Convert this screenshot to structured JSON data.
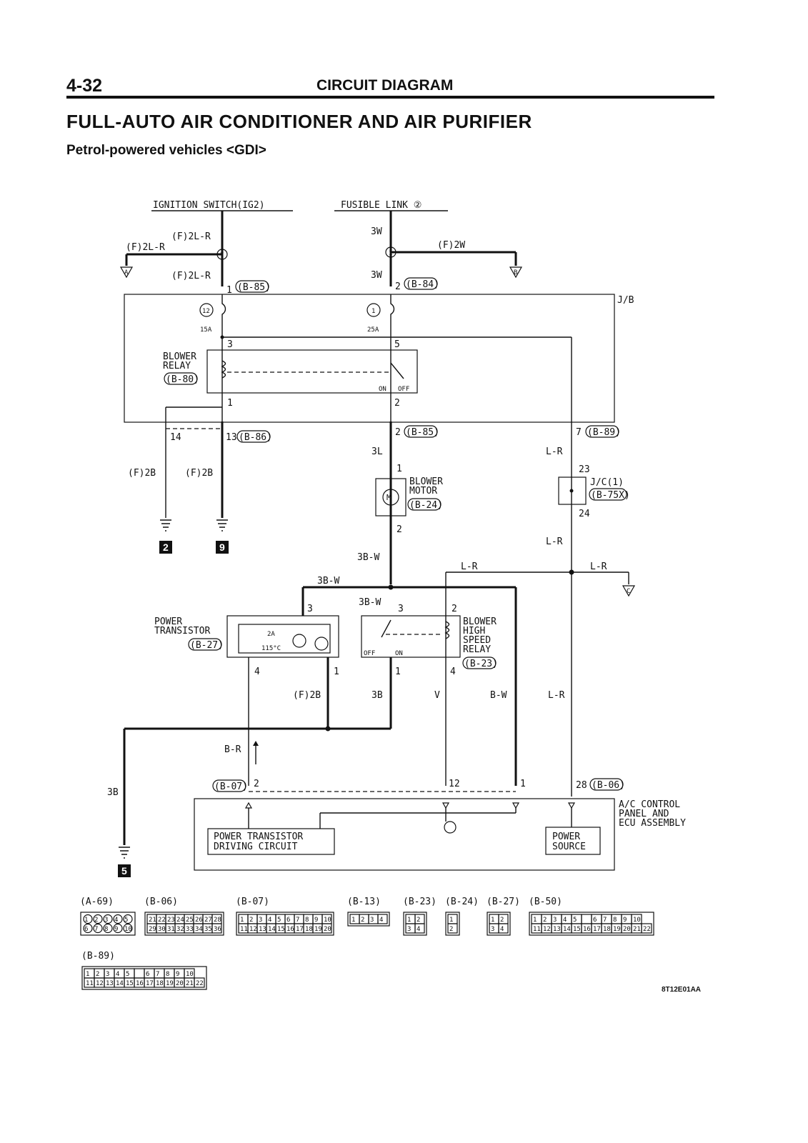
{
  "header": {
    "page_number": "4-32",
    "section": "CIRCUIT DIAGRAM"
  },
  "title": "FULL-AUTO AIR CONDITIONER AND AIR PURIFIER",
  "subtitle": "Petrol-powered vehicles <GDI>",
  "doc_code": "8T12E01AA",
  "sources": {
    "ignition": "IGNITION SWITCH(IG2)",
    "fusible": "FUSIBLE LINK ②"
  },
  "wires": {
    "f2lr": "(F)2L-R",
    "f2lr_left": "(F)2L-R",
    "f2lr_2": "(F)2L-R",
    "w3": "3W",
    "w3_2": "3W",
    "f2w": "(F)2W",
    "f2b_a": "(F)2B",
    "f2b_b": "(F)2B",
    "l3": "3L",
    "lr_a": "L-R",
    "lr_b": "L-R",
    "lr_c": "L-R",
    "lr_d": "L-R",
    "lr_e": "L-R",
    "b3w_a": "3B-W",
    "b3w_b": "3B-W",
    "b3w_c": "3B-W",
    "f2b_c": "(F)2B",
    "b3_a": "3B",
    "v": "V",
    "bw": "B-W",
    "lr_f": "L-R",
    "br": "B-R",
    "b3_b": "3B"
  },
  "connectors": {
    "b85_top": "(B-85)",
    "b84": "(B-84)",
    "b86": "(B-86)",
    "b85_mid": "(B-85)",
    "b89": "(B-89)",
    "b75x": "(B-75X)",
    "b24": "(B-24)",
    "b27": "(B-27)",
    "b23": "(B-23)",
    "b07": "(B-07)",
    "b06": "(B-06)",
    "b80": "(B-80)"
  },
  "pins": {
    "p7": "7",
    "p1a": "1",
    "p1b": "1",
    "p2a": "2",
    "p12": "12",
    "p1c": "1",
    "p3": "3",
    "p5": "5",
    "p1d": "1",
    "p2b": "2",
    "p14": "14",
    "p13": "13",
    "p2c": "2",
    "p7b": "7",
    "p1e": "1",
    "p23": "23",
    "p24": "24",
    "p2d": "2",
    "p3b": "3",
    "p3c": "3",
    "p2e": "2",
    "p4a": "4",
    "p1f": "1",
    "p1g": "1",
    "p4b": "4",
    "p2f": "2",
    "p12b": "12",
    "p1h": "1",
    "p28": "28"
  },
  "fuses": {
    "f12": "15A",
    "f1": "25A"
  },
  "blocks": {
    "jb": "J/B",
    "blower_relay": [
      "BLOWER",
      "RELAY"
    ],
    "relay_on": "ON",
    "relay_off": "OFF",
    "blower_motor": [
      "BLOWER",
      "MOTOR"
    ],
    "jc": "J/C(1)",
    "power_transistor": [
      "POWER",
      "TRANSISTOR"
    ],
    "pt_fuse": "2A",
    "pt_temp": "115°C",
    "hs_relay": [
      "BLOWER",
      "HIGH",
      "SPEED",
      "RELAY"
    ],
    "hs_off": "OFF",
    "hs_on": "ON",
    "ac_panel": [
      "A/C CONTROL",
      "PANEL AND",
      "ECU ASSEMBLY"
    ],
    "pt_drive": [
      "POWER TRANSISTOR",
      "DRIVING CIRCUIT"
    ],
    "power_source": [
      "POWER",
      "SOURCE"
    ]
  },
  "grounds": {
    "g2": "2",
    "g9": "9",
    "g5": "5"
  },
  "offpage": {
    "a": "A",
    "b": "B",
    "c": "C"
  },
  "connector_views": {
    "labels": [
      "(A-69)",
      "(B-06)",
      "(B-07)",
      "(B-13)",
      "(B-23)",
      "(B-24)",
      "(B-27)",
      "(B-50)",
      "(B-89)"
    ],
    "a69": {
      "row1": [
        "1",
        "2",
        "3",
        "4",
        "5"
      ],
      "row2": [
        "6",
        "7",
        "8",
        "9",
        "10"
      ]
    },
    "b06": {
      "row1": [
        "21",
        "22",
        "23",
        "24",
        "25",
        "26",
        "27",
        "28"
      ],
      "row2": [
        "29",
        "30",
        "31",
        "32",
        "33",
        "34",
        "35",
        "36"
      ]
    },
    "b07": {
      "row1": [
        "1",
        "2",
        "3",
        "4",
        "5",
        "6",
        "7",
        "8",
        "9",
        "10"
      ],
      "row2": [
        "11",
        "12",
        "13",
        "14",
        "15",
        "16",
        "17",
        "18",
        "19",
        "20"
      ]
    },
    "b13": {
      "row1": [
        "1",
        "2",
        "3",
        "4"
      ]
    },
    "b23": {
      "row1": [
        "1",
        "2"
      ],
      "row2": [
        "3",
        "4"
      ]
    },
    "b24": {
      "row1": [
        "1"
      ],
      "row2": [
        "2"
      ]
    },
    "b27": {
      "row1": [
        "1",
        "2"
      ],
      "row2": [
        "3",
        "4"
      ]
    },
    "b50": {
      "row1": [
        "1",
        "2",
        "3",
        "4",
        "5",
        "",
        "6",
        "7",
        "8",
        "9",
        "10"
      ],
      "row2": [
        "11",
        "12",
        "13",
        "14",
        "15",
        "16",
        "17",
        "18",
        "19",
        "20",
        "21",
        "22"
      ]
    },
    "b89": {
      "row1": [
        "1",
        "2",
        "3",
        "4",
        "5",
        "",
        "6",
        "7",
        "8",
        "9",
        "10"
      ],
      "row2": [
        "11",
        "12",
        "13",
        "14",
        "15",
        "16",
        "17",
        "18",
        "19",
        "20",
        "21",
        "22"
      ]
    }
  }
}
